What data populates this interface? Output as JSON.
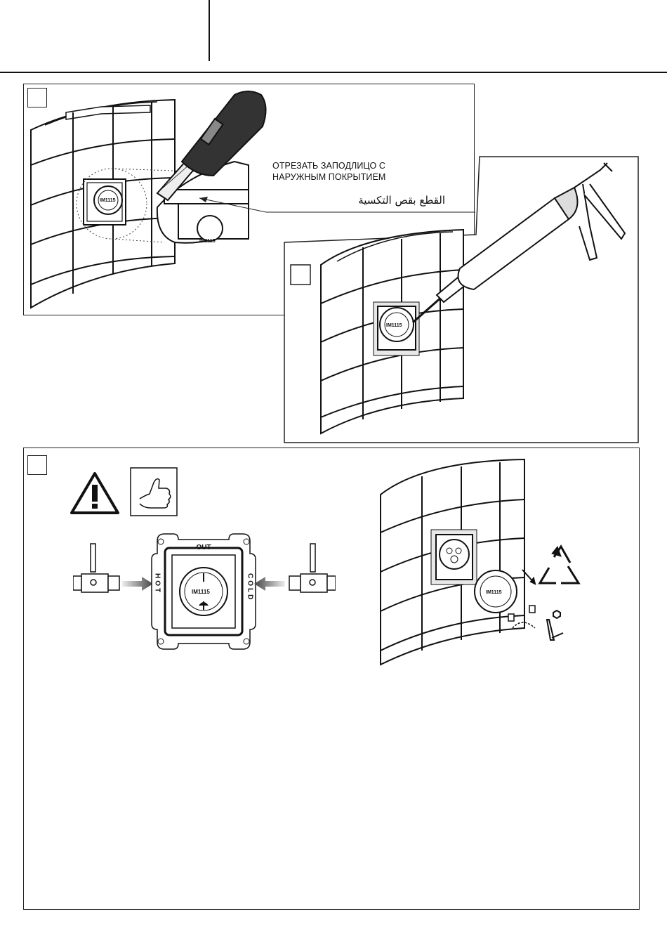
{
  "step1": {
    "caption_ru_line1": "ОТРЕЗАТЬ ЗАПОДЛИЦО С",
    "caption_ru_line2": "НАРУЖНЫМ ПОКРЫТИЕМ",
    "caption_ar": "القطع بقص التكسية",
    "part_label": "IM1115"
  },
  "step2": {
    "part_label": "IM1115"
  },
  "step3": {
    "frame_out_label": "OUT",
    "frame_hot_label": "HOT",
    "frame_cold_label": "COLD",
    "valve_label": "IM1115",
    "cap_label": "IM1115"
  },
  "icons": [
    "warning-triangle-icon",
    "thumbs-up-icon",
    "recycle-icon",
    "hex-key-icon",
    "caulk-gun-icon",
    "utility-knife-icon",
    "ball-valve-icon"
  ]
}
